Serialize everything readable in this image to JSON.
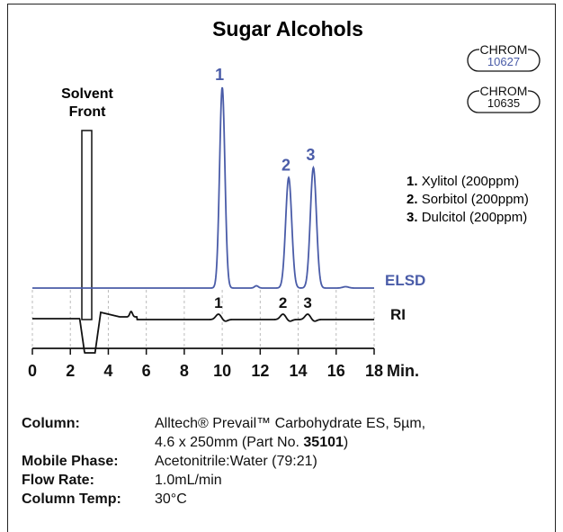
{
  "chart_data": {
    "type": "line",
    "title": "Sugar Alcohols",
    "x_unit": "Min.",
    "xlim": [
      0,
      18
    ],
    "x_ticks": [
      "0",
      "2",
      "4",
      "6",
      "8",
      "10",
      "12",
      "14",
      "16",
      "18"
    ],
    "grid": "vertical dashed",
    "annotations": {
      "solvent_front": "Solvent Front"
    },
    "series": [
      {
        "name": "ELSD",
        "color": "#4a5ca8",
        "peaks": [
          {
            "label": "1",
            "time": 10.0,
            "height": 1.0
          },
          {
            "label": "2",
            "time": 13.5,
            "height": 0.55
          },
          {
            "label": "3",
            "time": 14.8,
            "height": 0.6
          }
        ]
      },
      {
        "name": "RI",
        "color": "#111111",
        "peaks": [
          {
            "label": "1",
            "time": 9.8
          },
          {
            "label": "2",
            "time": 13.2
          },
          {
            "label": "3",
            "time": 14.5
          }
        ]
      }
    ],
    "legend": [
      {
        "num": "1.",
        "text": "Xylitol (200ppm)"
      },
      {
        "num": "2.",
        "text": "Sorbitol (200ppm)"
      },
      {
        "num": "3.",
        "text": "Dulcitol (200ppm)"
      }
    ],
    "badges": [
      {
        "top": "CHROM",
        "bottom": "10627",
        "color": "#4a5ca8"
      },
      {
        "top": "CHROM",
        "bottom": "10635",
        "color": "#111111"
      }
    ]
  },
  "conditions": {
    "column_label": "Column:",
    "column_value_line1": "Alltech® Prevail™ Carbohydrate ES, 5µm,",
    "column_value_line2_prefix": "4.6 x 250mm (Part No. ",
    "column_part_no": "35101",
    "column_value_line2_suffix": ")",
    "mobile_label": "Mobile Phase:",
    "mobile_value": "Acetonitrile:Water (79:21)",
    "flow_label": "Flow Rate:",
    "flow_value": "1.0mL/min",
    "temp_label": "Column Temp:",
    "temp_value": "30°C"
  }
}
